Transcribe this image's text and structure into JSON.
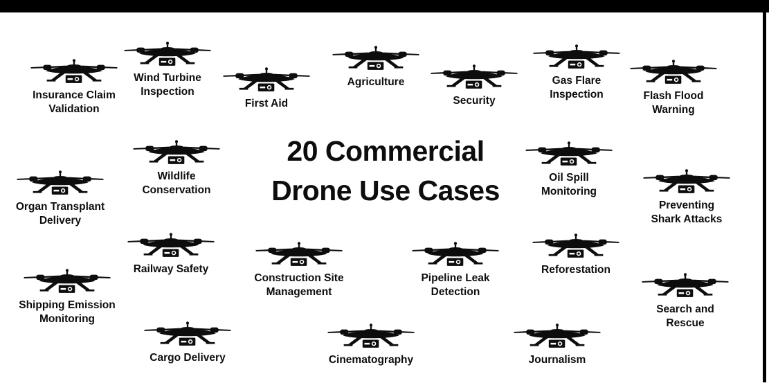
{
  "title": {
    "text": "20 Commercial\nDrone Use Cases"
  },
  "colors": {
    "ink": "#0d0d0d",
    "background": "#ffffff",
    "frame": "#000000"
  },
  "items": [
    {
      "label": "Insurance Claim\nValidation"
    },
    {
      "label": "Wind Turbine\nInspection"
    },
    {
      "label": "First Aid"
    },
    {
      "label": "Agriculture"
    },
    {
      "label": "Security"
    },
    {
      "label": "Gas Flare\nInspection"
    },
    {
      "label": "Flash Flood\nWarning"
    },
    {
      "label": "Organ Transplant\nDelivery"
    },
    {
      "label": "Wildlife\nConservation"
    },
    {
      "label": "Oil Spill\nMonitoring"
    },
    {
      "label": "Preventing\nShark Attacks"
    },
    {
      "label": "Shipping Emission\nMonitoring"
    },
    {
      "label": "Railway Safety"
    },
    {
      "label": "Construction Site\nManagement"
    },
    {
      "label": "Pipeline Leak\nDetection"
    },
    {
      "label": "Reforestation"
    },
    {
      "label": "Search and\nRescue"
    },
    {
      "label": "Cargo Delivery"
    },
    {
      "label": "Cinematography"
    },
    {
      "label": "Journalism"
    }
  ]
}
